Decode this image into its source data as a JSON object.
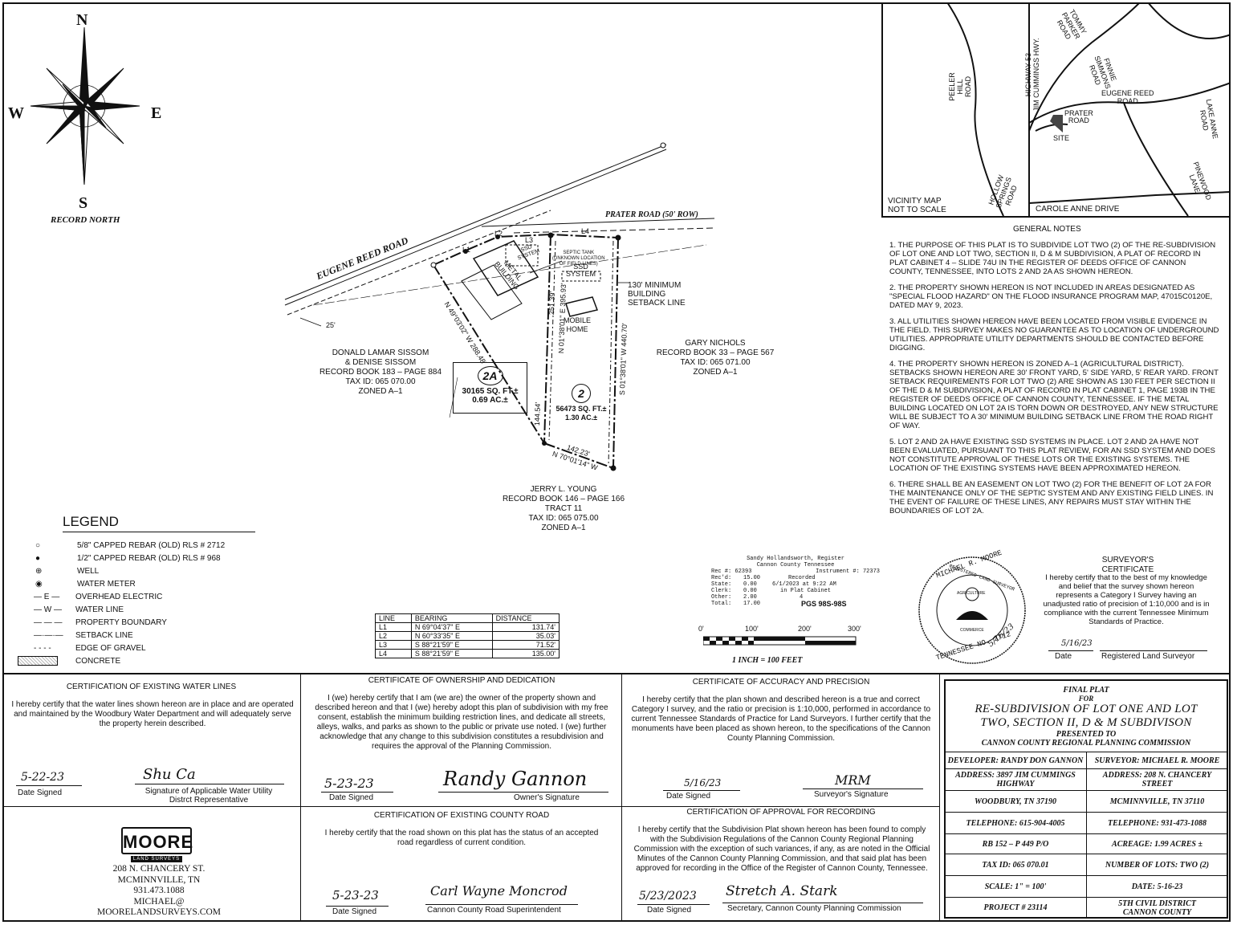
{
  "compass": {
    "n": "N",
    "s": "S",
    "e": "E",
    "w": "W",
    "label": "RECORD NORTH"
  },
  "vicinity": {
    "title_line1": "VICINITY MAP",
    "title_line2": "NOT TO SCALE",
    "roads": {
      "tommy": [
        "TOMMY",
        "PARKER",
        "ROAD"
      ],
      "peeler": [
        "PEELER",
        "HILL",
        "ROAD"
      ],
      "hwy53": [
        "HIGHWAY 53",
        "JIM CUMMINGS HWY."
      ],
      "finnie": [
        "FINNIE",
        "SIMMONS",
        "ROAD"
      ],
      "eugene": [
        "EUGENE REED",
        "ROAD"
      ],
      "lakeanne": [
        "LAKE ANNE",
        "ROAD"
      ],
      "prater": [
        "PRATER",
        "ROAD"
      ],
      "site": "SITE",
      "pinewood": [
        "PINEWOOD",
        "LANE"
      ],
      "hollow": [
        "HOLLOW",
        "SPRINGS",
        "ROAD"
      ],
      "carole": "CAROLE ANNE DRIVE"
    }
  },
  "notes": {
    "title": "GENERAL NOTES",
    "items": [
      "1.  THE PURPOSE OF THIS PLAT IS TO SUBDIVIDE LOT TWO (2) OF THE RE-SUBDIVISION OF LOT ONE AND LOT TWO, SECTION II, D & M SUBDIVISION, A PLAT OF RECORD IN PLAT CABINET 4 – SLIDE 74U IN THE REGISTER OF DEEDS OFFICE OF CANNON COUNTY, TENNESSEE, INTO LOTS 2 AND 2A AS SHOWN HEREON.",
      "2.  THE PROPERTY SHOWN HEREON IS NOT INCLUDED IN AREAS DESIGNATED AS \"SPECIAL FLOOD HAZARD\" ON THE FLOOD INSURANCE PROGRAM MAP, 47015C0120E, DATED MAY 9, 2023.",
      "3.  ALL UTILITIES SHOWN HEREON HAVE BEEN LOCATED FROM VISIBLE EVIDENCE IN THE FIELD.  THIS SURVEY MAKES NO GUARANTEE AS TO LOCATION OF UNDERGROUND UTILITIES. APPROPRIATE UTILITY DEPARTMENTS SHOULD BE CONTACTED BEFORE DIGGING.",
      "4.  THE PROPERTY SHOWN HEREON IS ZONED A–1 (AGRICULTURAL DISTRICT). SETBACKS SHOWN HEREON ARE 30' FRONT YARD, 5' SIDE YARD, 5' REAR YARD. FRONT SETBACK REQUIREMENTS FOR LOT TWO (2) ARE SHOWN AS 130 FEET PER SECTION II OF THE D & M SUBDIVISION, A PLAT OF RECORD IN PLAT CABINET 1, PAGE 193B IN THE REGISTER OF DEEDS OFFICE OF CANNON COUNTY, TENNESSEE. IF THE METAL BUILDING LOCATED ON LOT 2A IS TORN DOWN OR DESTROYED, ANY NEW STRUCTURE WILL BE SUBJECT TO A 30' MINIMUM BUILDING SETBACK LINE FROM THE ROAD RIGHT OF WAY.",
      "5.  LOT 2 AND 2A HAVE EXISTING SSD SYSTEMS IN PLACE. LOT 2 AND 2A HAVE NOT BEEN EVALUATED, PURSUANT TO THIS PLAT REVIEW, FOR AN SSD SYSTEM AND DOES NOT CONSTITUTE APPROVAL OF THESE LOTS OR THE EXISTING SYSTEMS. THE LOCATION OF THE EXISTING SYSTEMS HAVE BEEN APPROXIMATED HEREON.",
      "6.  THERE SHALL BE AN EASEMENT ON LOT TWO (2) FOR THE BENEFIT OF LOT 2A FOR THE MAINTENANCE ONLY OF THE SEPTIC SYSTEM AND ANY EXISTING FIELD LINES. IN THE EVENT OF FAILURE OF THESE LINES, ANY REPAIRS MUST STAY WITHIN THE BOUNDARIES OF LOT 2A."
    ]
  },
  "plat": {
    "prater": "PRATER ROAD (50' ROW)",
    "eugene": "EUGENE REED ROAD",
    "dim25": "25'",
    "septic": [
      "SEPTIC TANK",
      "(UNKNOWN LOCATION",
      "OF FIELD LINES)"
    ],
    "ssd_small": [
      "SSD",
      "SYSTEM"
    ],
    "ssd": [
      "SSD",
      "SYSTEM"
    ],
    "metal": [
      "METAL",
      "BUILDING"
    ],
    "mobile": [
      "MOBILE",
      "HOME"
    ],
    "setback": [
      "130' MINIMUM",
      "BUILDING",
      "SETBACK LINE"
    ],
    "bearing1": "N 49°03'02\" W   288.48'",
    "bearing2": "N 01°38'01\" E  395.93'",
    "bearing3": "251.39'",
    "bearing4": "S 01°38'01\" W  440.70'",
    "bearing5": "144.54'",
    "bearing6": "142.23'",
    "bearing7": "N 70°01'14\" W",
    "sissom": [
      "DONALD LAMAR SISSOM",
      "& DENISE SISSOM",
      "RECORD BOOK 183 – PAGE 884",
      "TAX ID: 065 070.00",
      "ZONED A–1"
    ],
    "nichols": [
      "GARY NICHOLS",
      "RECORD BOOK 33 – PAGE 567",
      "TAX ID: 065 071.00",
      "ZONED A–1"
    ],
    "young": [
      "JERRY L. YOUNG",
      "RECORD BOOK 146 – PAGE 166",
      "TRACT 11",
      "TAX ID: 065 075.00",
      "ZONED A–1"
    ],
    "lot2a": {
      "num": "2A",
      "sqft": "30165 SQ. FT.±",
      "ac": "0.69 AC.±"
    },
    "lot2": {
      "num": "2",
      "sqft": "56473 SQ. FT.±",
      "ac": "1.30 AC.±"
    },
    "marks": {
      "l1": "L1",
      "l2": "L2",
      "l3": "L3",
      "l4": "L4",
      "e": "E",
      "w": "W"
    }
  },
  "legend": {
    "title": "LEGEND",
    "items": [
      "5/8\" CAPPED REBAR (OLD) RLS # 2712",
      "1/2\" CAPPED REBAR (OLD) RLS # 968",
      "WELL",
      "WATER METER",
      "OVERHEAD ELECTRIC",
      "WATER LINE",
      "PROPERTY BOUNDARY",
      "SETBACK LINE",
      "EDGE OF GRAVEL",
      "CONCRETE"
    ]
  },
  "line_table": {
    "headers": [
      "LINE",
      "BEARING",
      "DISTANCE"
    ],
    "rows": [
      [
        "L1",
        "N 69°04'37\" E",
        "131.74'"
      ],
      [
        "L2",
        "N 60°33'35\" E",
        "35.03'"
      ],
      [
        "L3",
        "S 88°21'59\" E",
        "71.52'"
      ],
      [
        "L4",
        "S 88°21'59\" E",
        "135.00'"
      ]
    ]
  },
  "register": {
    "name": "Sandy Hollandsworth, Register",
    "county": "Cannon County Tennessee",
    "rec": "Rec #: 62393",
    "instr": "Instrument #: 72373",
    "recd_l": "Rec'd:",
    "recd_v": "15.00",
    "recorded": "Recorded",
    "state_l": "State:",
    "state_v": "0.00",
    "date": "6/1/2023 at 9:22 AM",
    "clerk_l": "Clerk:",
    "clerk_v": "0.00",
    "cab": "in Plat Cabinet",
    "other_l": "Other:",
    "other_v": "2.00",
    "cab_no": "4",
    "total_l": "Total:",
    "total_v": "17.00",
    "pgs": "PGS 98S-98S"
  },
  "scale": {
    "t0": "0'",
    "t1": "100'",
    "t2": "200'",
    "t3": "300'",
    "label": "1 INCH = 100 FEET"
  },
  "seal": {
    "top": "MICHAEL R. MOORE",
    "ring": "REGISTERED LAND SURVEYOR",
    "ag": "AGRICULTURE",
    "com": "COMMERCE",
    "bottom": "TENNESSEE NO. 2712",
    "date": "5/16/23"
  },
  "surveyor_cert": {
    "title": "SURVEYOR'S CERTIFICATE",
    "body": "I hereby certify that to the best of my knowledge and belief that the survey shown hereon represents a Category I Survey having an unadjusted ratio of precision of 1:10,000 and is in compliance with the current Tennessee Minimum Standards of Practice.",
    "date_val": "5/16/23",
    "date_label": "Date",
    "sig_label": "Registered Land Surveyor"
  },
  "cert_water": {
    "title": "CERTIFICATION OF EXISTING WATER LINES",
    "body": "I hereby certify that the water lines shown hereon are in place and are operated and maintained by the Woodbury Water Department and will adequately serve the property herein described.",
    "date_val": "5-22-23",
    "date_label": "Date Signed",
    "sig_val": "Shu Ca",
    "sig_label": "Signature of Applicable Water Utility Distrct Representative"
  },
  "cert_owner": {
    "title": "CERTIFICATE OF OWNERSHIP AND DEDICATION",
    "body": "I (we) hereby certify that I am (we are) the owner of the property shown and described hereon and that I (we) hereby adopt this plan of subdivision with my free consent, establish the minimum building restriction lines, and dedicate all streets, alleys, walks, and parks as shown to the public or private use noted. I (we) further acknowledge that any change to this subdivision constitutes a resubdivision and requires the approval of the Planning Commission.",
    "date_val": "5-23-23",
    "date_label": "Date Signed",
    "sig_val": "Randy Gannon",
    "sig_label": "Owner's Signature"
  },
  "cert_accuracy": {
    "title": "CERTIFICATE OF ACCURACY AND PRECISION",
    "body": "I hereby certify that the plan shown and described hereon is a true and correct Category I survey, and the ratio or precision is 1:10,000, performed in accordance to current Tennessee Standards of Practice for Land Surveyors. I further certify that the monuments have been placed as shown hereon, to the specifications of the Cannon County Planning Commission.",
    "date_val": "5/16/23",
    "date_label": "Date Signed",
    "sig_val": "MRM",
    "sig_label": "Surveyor's Signature"
  },
  "cert_road": {
    "title": "CERTIFICATION OF EXISTING COUNTY ROAD",
    "body": "I hereby certify that the road shown on this plat has the status of an accepted road regardless of current condition.",
    "date_val": "5-23-23",
    "date_label": "Date Signed",
    "sig_val": "Carl Wayne Moncrod",
    "sig_label": "Cannon County Road Superintendent"
  },
  "cert_approval": {
    "title": "CERTIFICATION OF APPROVAL FOR RECORDING",
    "body": "I hereby certify that the Subdivision Plat shown hereon has been found to comply with the Subdivision Regulations of the Cannon County Regional Planning Commission with the exception of such variances, if any, as are noted in the Official Minutes of the Cannon County Planning Commission, and that said plat has been approved for recording in the Office of the Register of Cannon County, Tennessee.",
    "date_val": "5/23/2023",
    "date_label": "Date Signed",
    "sig_val": "Stretch A. Stark",
    "sig_label": "Secretary, Cannon County Planning Commission"
  },
  "company": {
    "logo": "MOORE",
    "logo_sub": "LAND SURVEYS",
    "address": "208 N. CHANCERY ST.",
    "city": "MCMINNVILLE, TN",
    "phone": "931.473.1088",
    "email1": "MICHAEL@",
    "email2": "MOORELANDSURVEYS.COM"
  },
  "title_block": {
    "final": "FINAL PLAT",
    "for": "FOR",
    "line1": "RE-SUBDIVISION OF LOT ONE AND LOT",
    "line2": "TWO, SECTION II, D & M SUBDIVISON",
    "presented": "PRESENTED TO",
    "commission": "CANNON COUNTY REGIONAL PLANNING COMMISSION",
    "left": [
      "DEVELOPER:  RANDY DON GANNON",
      "ADDRESS: 3897 JIM CUMMINGS HIGHWAY",
      "WOODBURY, TN 37190",
      "TELEPHONE: 615-904-4005",
      "RB 152 – P 449 P/O",
      "TAX ID: 065 070.01",
      "SCALE: 1\" = 100'",
      "PROJECT # 23114"
    ],
    "right": [
      "SURVEYOR: MICHAEL R. MOORE",
      "ADDRESS: 208 N. CHANCERY STREET",
      "MCMINNVILLE, TN 37110",
      "TELEPHONE: 931-473-1088",
      "ACREAGE: 1.99 ACRES ±",
      "NUMBER OF LOTS: TWO (2)",
      "DATE: 5-16-23",
      "5TH CIVIL DISTRICT CANNON COUNTY"
    ]
  }
}
